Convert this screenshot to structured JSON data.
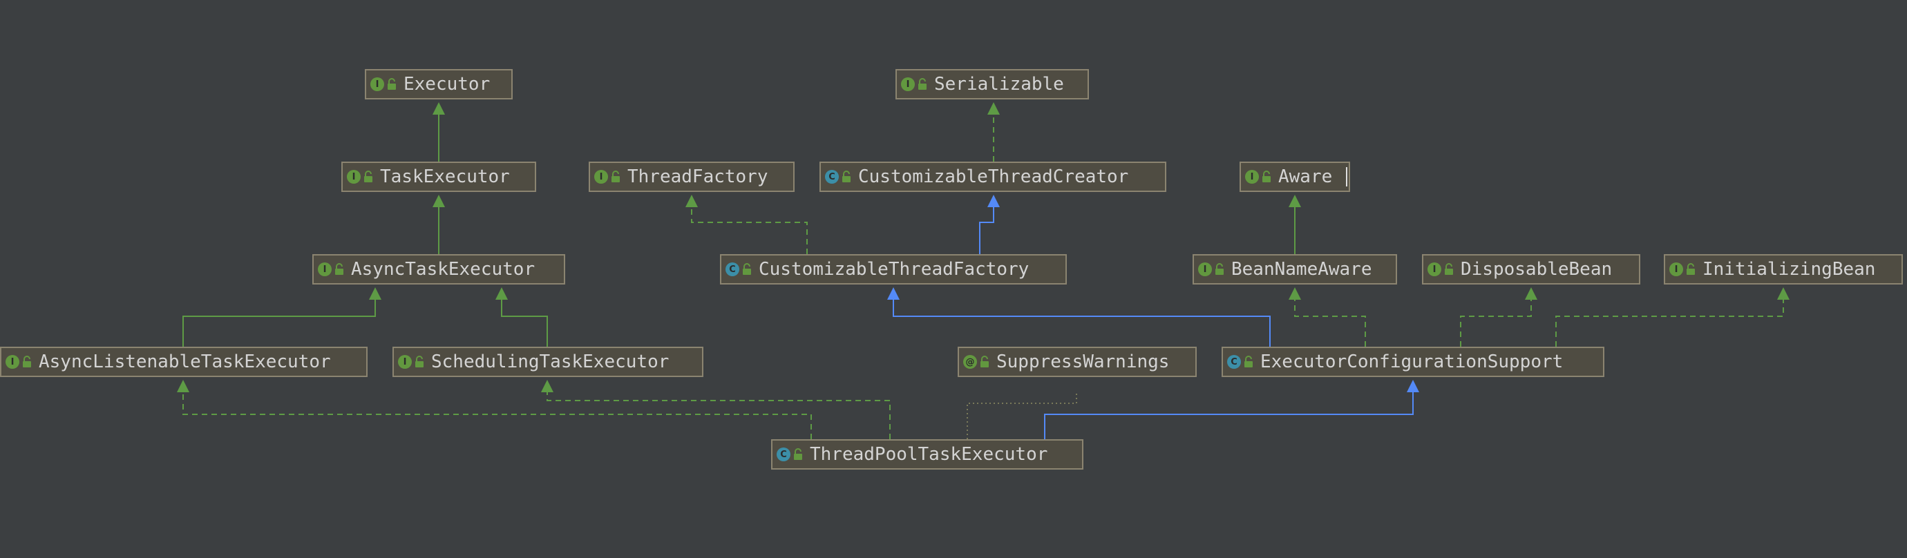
{
  "diagram": {
    "background_color": "#3c3f41",
    "colors": {
      "extends_interface": "#5e9b45",
      "extends_class": "#548af7",
      "implements": "#5e9b45",
      "annotation_dependency": "#7a7a5a",
      "interface_badge": "#62983f",
      "class_badge": "#3c8fa8",
      "node_fill": "#4f4c42",
      "node_border": "#8b8470",
      "node_text": "#d4d4d4"
    },
    "nodes": [
      {
        "id": "executor",
        "label": "Executor",
        "kind": "interface",
        "badge": "I",
        "icon": "interface-icon"
      },
      {
        "id": "serializable",
        "label": "Serializable",
        "kind": "interface",
        "badge": "I",
        "icon": "interface-icon"
      },
      {
        "id": "taskexecutor",
        "label": "TaskExecutor",
        "kind": "interface",
        "badge": "I",
        "icon": "interface-icon"
      },
      {
        "id": "threadfactory",
        "label": "ThreadFactory",
        "kind": "interface",
        "badge": "I",
        "icon": "interface-icon"
      },
      {
        "id": "customthreadcreator",
        "label": "CustomizableThreadCreator",
        "kind": "class",
        "badge": "C",
        "icon": "class-icon"
      },
      {
        "id": "aware",
        "label": "Aware",
        "kind": "interface",
        "badge": "I",
        "icon": "interface-icon"
      },
      {
        "id": "asynctaskexecutor",
        "label": "AsyncTaskExecutor",
        "kind": "interface",
        "badge": "I",
        "icon": "interface-icon"
      },
      {
        "id": "customthreadfactory",
        "label": "CustomizableThreadFactory",
        "kind": "class",
        "badge": "C",
        "icon": "class-icon"
      },
      {
        "id": "beannameaware",
        "label": "BeanNameAware",
        "kind": "interface",
        "badge": "I",
        "icon": "interface-icon"
      },
      {
        "id": "disposablebean",
        "label": "DisposableBean",
        "kind": "interface",
        "badge": "I",
        "icon": "interface-icon"
      },
      {
        "id": "initializingbean",
        "label": "InitializingBean",
        "kind": "interface",
        "badge": "I",
        "icon": "interface-icon"
      },
      {
        "id": "asynclistenable",
        "label": "AsyncListenableTaskExecutor",
        "kind": "interface",
        "badge": "I",
        "icon": "interface-icon"
      },
      {
        "id": "scheduling",
        "label": "SchedulingTaskExecutor",
        "kind": "interface",
        "badge": "I",
        "icon": "interface-icon"
      },
      {
        "id": "suppresswarnings",
        "label": "SuppressWarnings",
        "kind": "annotation",
        "badge": "@",
        "icon": "annotation-icon"
      },
      {
        "id": "execconfigsupport",
        "label": "ExecutorConfigurationSupport",
        "kind": "class",
        "badge": "C",
        "icon": "class-icon"
      },
      {
        "id": "threadpool",
        "label": "ThreadPoolTaskExecutor",
        "kind": "class",
        "badge": "C",
        "icon": "class-icon"
      }
    ],
    "edges": [
      {
        "from": "taskexecutor",
        "to": "executor",
        "type": "extends_interface"
      },
      {
        "from": "asynctaskexecutor",
        "to": "taskexecutor",
        "type": "extends_interface"
      },
      {
        "from": "asynclistenable",
        "to": "asynctaskexecutor",
        "type": "extends_interface"
      },
      {
        "from": "scheduling",
        "to": "asynctaskexecutor",
        "type": "extends_interface"
      },
      {
        "from": "customthreadcreator",
        "to": "serializable",
        "type": "implements"
      },
      {
        "from": "customthreadfactory",
        "to": "threadfactory",
        "type": "implements"
      },
      {
        "from": "customthreadfactory",
        "to": "customthreadcreator",
        "type": "extends_class"
      },
      {
        "from": "beannameaware",
        "to": "aware",
        "type": "extends_interface"
      },
      {
        "from": "execconfigsupport",
        "to": "customthreadfactory",
        "type": "extends_class"
      },
      {
        "from": "execconfigsupport",
        "to": "beannameaware",
        "type": "implements"
      },
      {
        "from": "execconfigsupport",
        "to": "disposablebean",
        "type": "implements"
      },
      {
        "from": "execconfigsupport",
        "to": "initializingbean",
        "type": "implements"
      },
      {
        "from": "threadpool",
        "to": "asynclistenable",
        "type": "implements"
      },
      {
        "from": "threadpool",
        "to": "scheduling",
        "type": "implements"
      },
      {
        "from": "threadpool",
        "to": "suppresswarnings",
        "type": "annotation_dependency"
      },
      {
        "from": "threadpool",
        "to": "execconfigsupport",
        "type": "extends_class"
      }
    ]
  }
}
